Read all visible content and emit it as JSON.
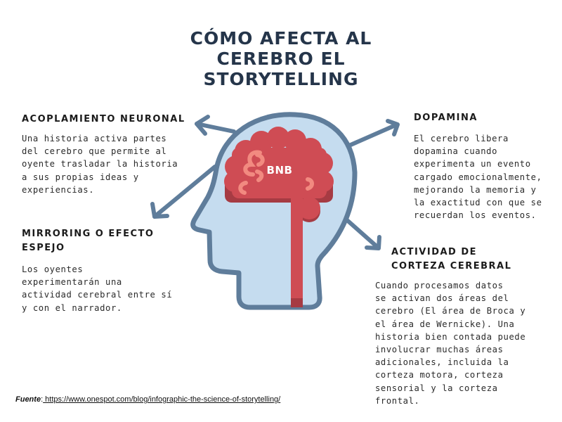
{
  "title": {
    "lines": [
      "CÓMO AFECTA AL",
      "CEREBRO EL",
      "STORYTELLING"
    ],
    "color": "#25354a"
  },
  "graphic": {
    "logo_text": "BNB",
    "colors": {
      "head_fill": "#c5dcef",
      "head_outline": "#5f7d9b",
      "brain": "#cf4c54",
      "brain_shadow": "#a63b43",
      "brain_folds": "#f28a80",
      "arrow": "#5f7d9b"
    }
  },
  "sections": {
    "acoplamiento": {
      "heading": "ACOPLAMIENTO NEURONAL",
      "body": "Una historia activa partes\ndel cerebro que permite al\noyente trasladar la historia\na sus propias ideas y\nexperiencias."
    },
    "mirroring": {
      "heading_line1": "MIRRORING O EFECTO",
      "heading_line2": "ESPEJO",
      "body": "Los oyentes\nexperimentarán una\nactividad cerebral entre sí\ny con el narrador."
    },
    "dopamina": {
      "heading": "DOPAMINA",
      "body": "El cerebro libera\ndopamina cuando\nexperimenta un evento\ncargado emocionalmente,\nmejorando la memoria y\nla exactitud con que se\nrecuerdan los eventos."
    },
    "corteza": {
      "heading_line1": "ACTIVIDAD DE",
      "heading_line2": "CORTEZA CEREBRAL",
      "body": "Cuando procesamos datos\nse activan dos áreas del\ncerebro (El área de Broca y\nel área de Wernicke). Una\nhistoria bien contada puede\ninvolucrar muchas áreas\nadicionales, incluida la\ncorteza motora, corteza\nsensorial y la corteza\nfrontal."
    }
  },
  "source": {
    "label": "Fuente",
    "separator": ":",
    "url_text": " https://www.onespot.com/blog/infographic-the-science-of-storytelling/"
  }
}
